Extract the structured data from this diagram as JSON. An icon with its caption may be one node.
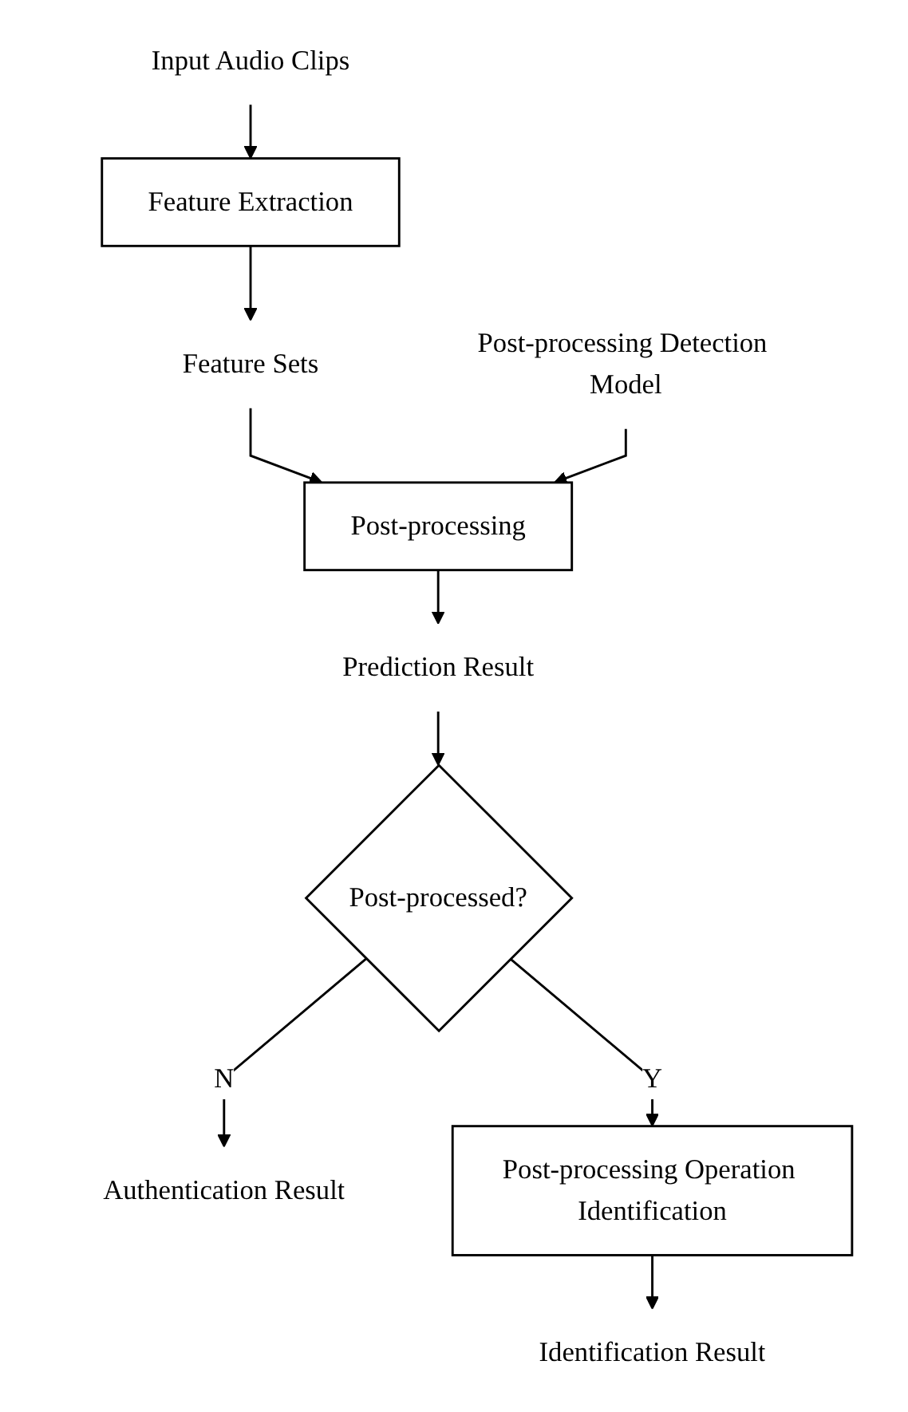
{
  "diagram": {
    "nodes": [
      {
        "text": [
          "Post-processing Detection Model"
        ]
      },
      {
        "text": [
          "Input Audio Clips"
        ]
      },
      {
        "text": [
          "Feature Extraction"
        ]
      },
      {
        "text": [
          "Feature Sets"
        ]
      },
      {
        "text": [
          "Post-processing"
        ]
      },
      {
        "text": [
          "Prediction Result"
        ]
      },
      {
        "text": [
          "Post-processed?"
        ]
      },
      {
        "text": [
          "Authentication Result"
        ]
      },
      {
        "text": [
          "Post-processing Operation Identification"
        ]
      },
      {
        "text": [
          "Identification Result"
        ]
      }
    ],
    "edges": [
      {
        "from": 1,
        "to": 2,
        "arrow": "to"
      },
      {
        "from": 2,
        "to": 3,
        "arrow": "to"
      },
      {
        "from": 3,
        "to": 4,
        "arrow": "to"
      },
      {
        "from": 0,
        "to": 4,
        "arrow": "to"
      },
      {
        "from": 4,
        "to": 5,
        "arrow": "to"
      },
      {
        "from": 5,
        "to": 6,
        "arrow": "to"
      },
      {
        "from": 6,
        "to": 7,
        "label": "N",
        "arrow": "to"
      },
      {
        "from": 6,
        "to": 8,
        "label": "Y",
        "arrow": "to"
      },
      {
        "from": 8,
        "to": 9,
        "arrow": "to"
      }
    ]
  }
}
